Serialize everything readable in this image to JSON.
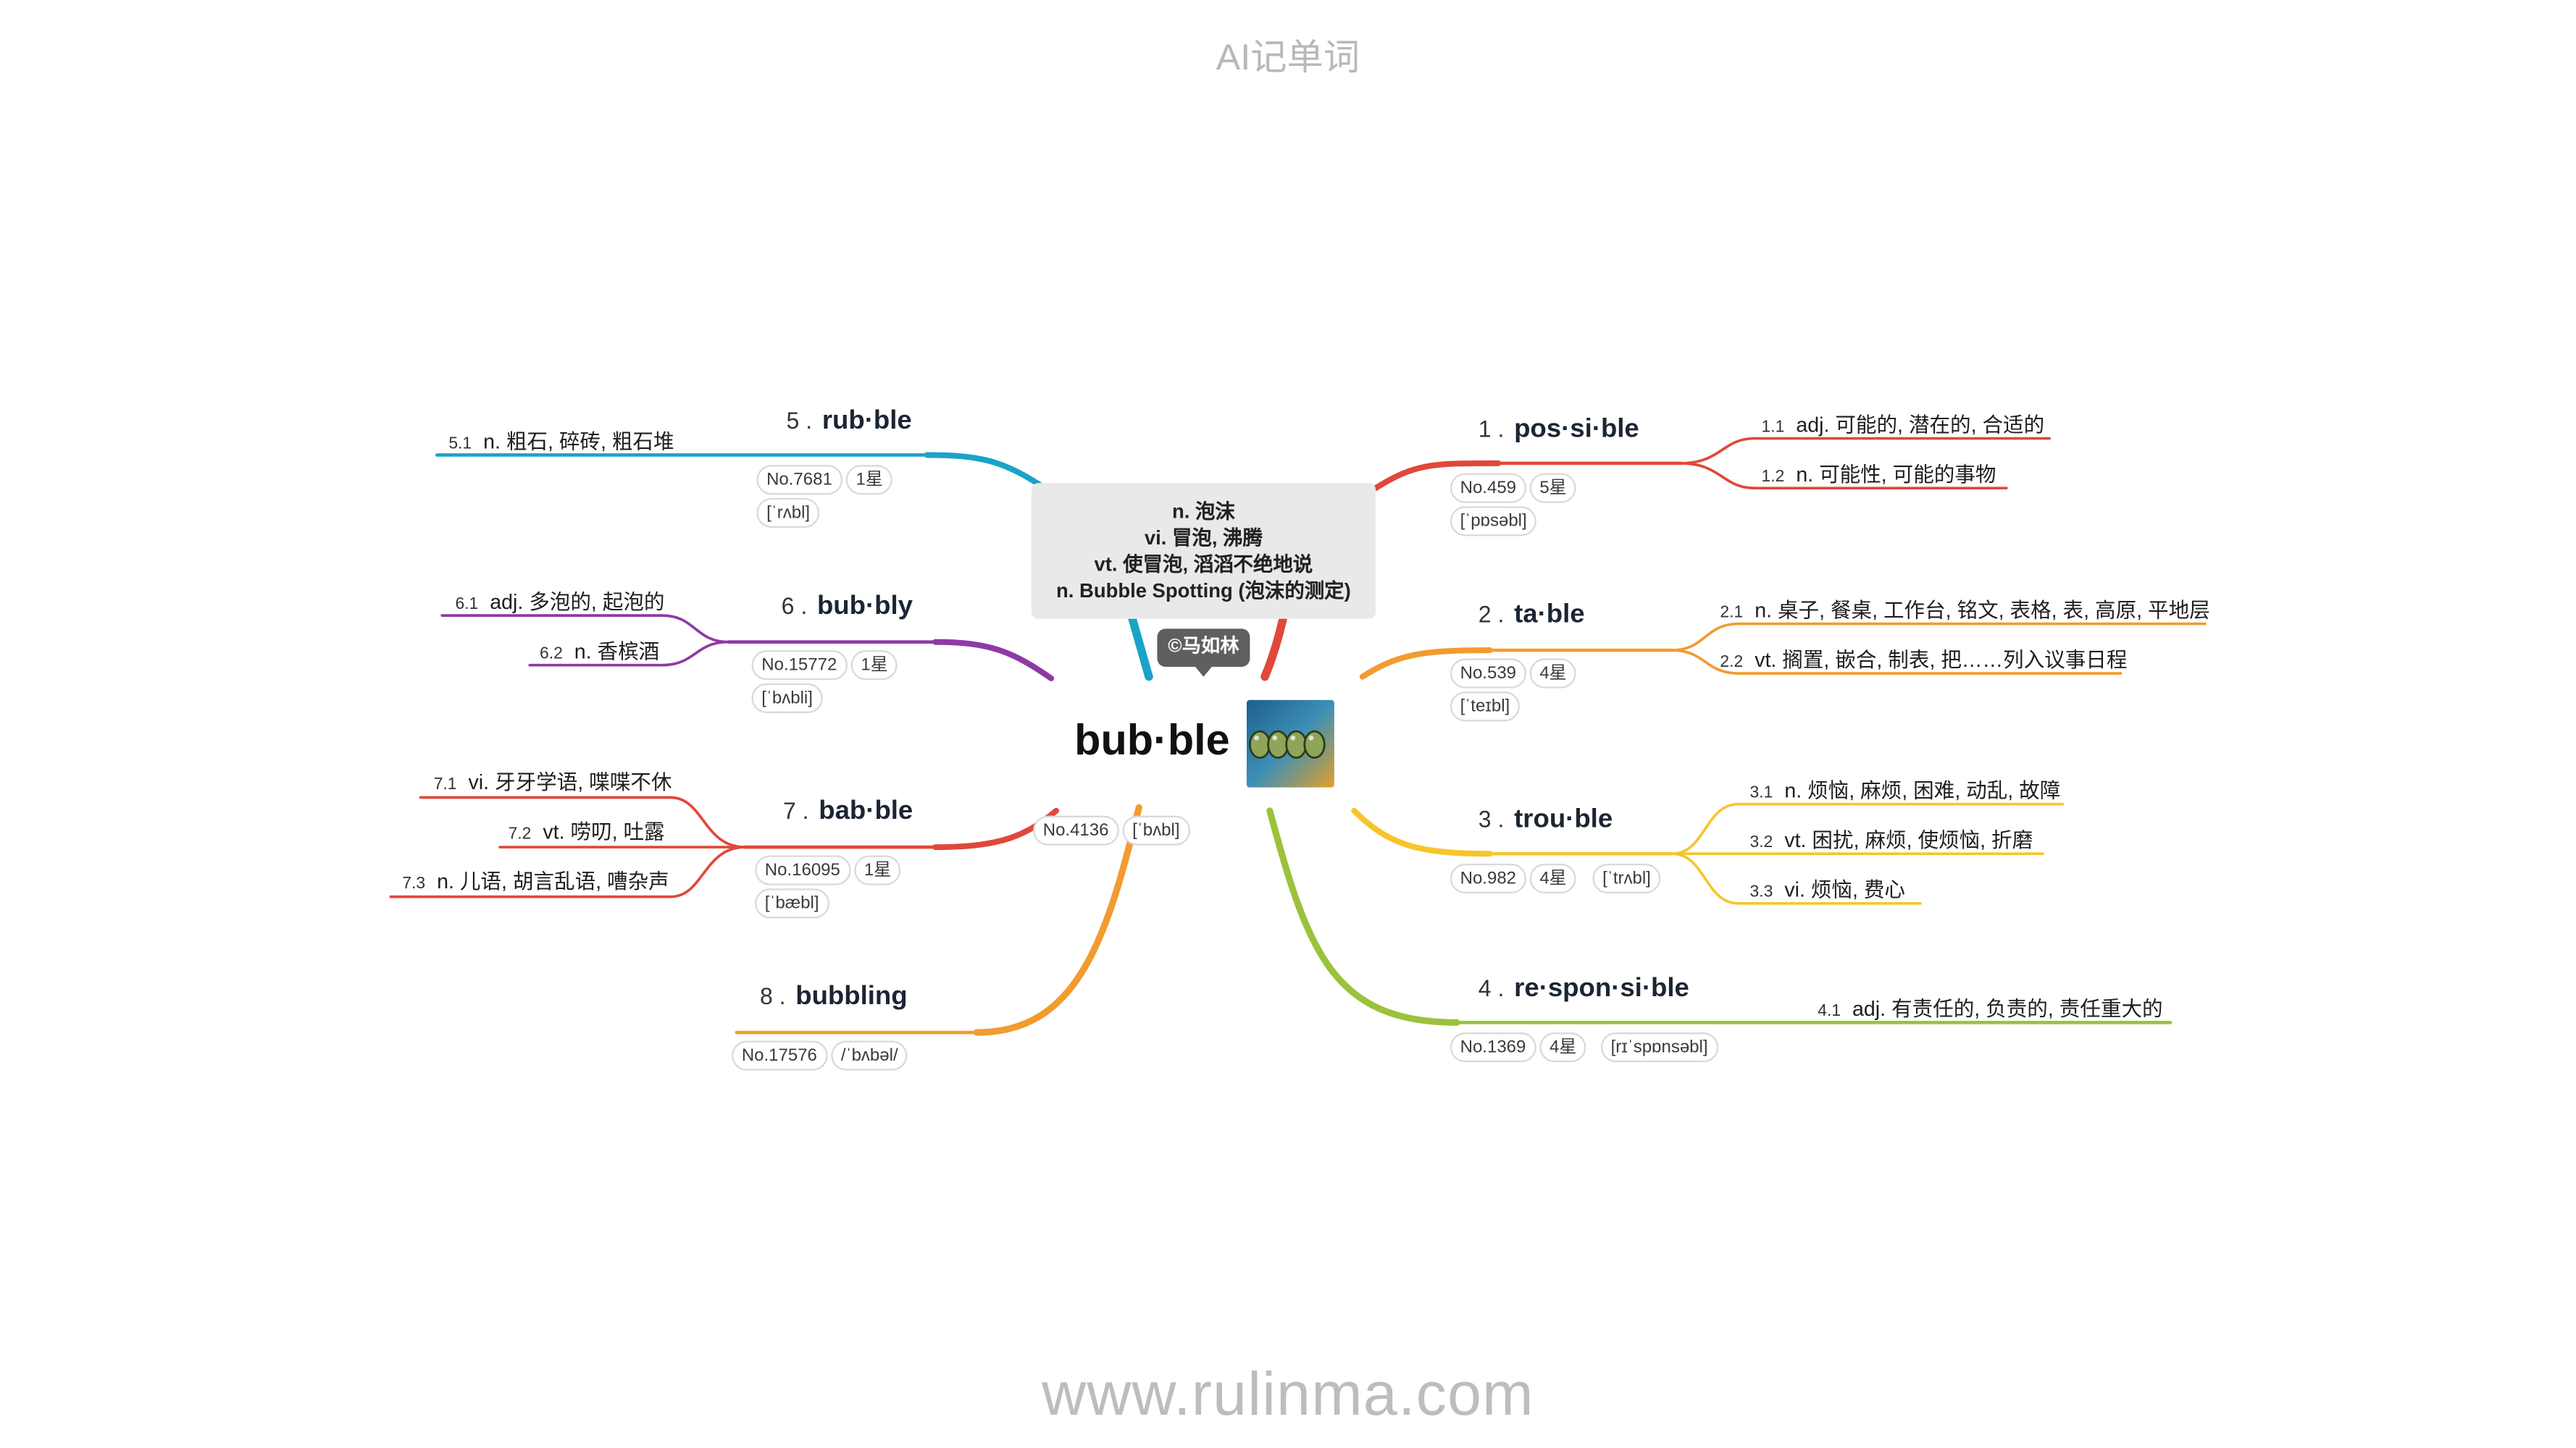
{
  "title": "AI记单词",
  "footer": "www.rulinma.com",
  "center": {
    "word": "bub·ble",
    "no": "No.4136",
    "ipa": "[ˈbʌbl]",
    "definitions": [
      "n. 泡沫",
      "vi. 冒泡, 沸腾",
      "vt. 使冒泡, 滔滔不绝地说",
      "n. Bubble Spotting (泡沫的测定)"
    ],
    "copyright": "©马如林",
    "image_icon": "bubbles-photo"
  },
  "colors": {
    "b1": "#e0483a",
    "b2": "#f29b30",
    "b3": "#f7c52b",
    "b4": "#9bc23c",
    "b5": "#1aa3c8",
    "b6": "#8d3aa6",
    "b7": "#e0483a",
    "b8": "#f29b30",
    "center_top": "#1aa3c8"
  },
  "branches": [
    {
      "num": "1 .",
      "word": "pos·si·ble",
      "no": "No.459",
      "star": "5星",
      "ipa": "[ˈpɒsəbl]",
      "meanings": [
        {
          "n": "1.1",
          "text": "adj. 可能的, 潜在的, 合适的"
        },
        {
          "n": "1.2",
          "text": "n. 可能性, 可能的事物"
        }
      ]
    },
    {
      "num": "2 .",
      "word": "ta·ble",
      "no": "No.539",
      "star": "4星",
      "ipa": "[ˈteɪbl]",
      "meanings": [
        {
          "n": "2.1",
          "text": "n. 桌子, 餐桌, 工作台, 铭文, 表格, 表, 高原, 平地层"
        },
        {
          "n": "2.2",
          "text": "vt. 搁置, 嵌合, 制表, 把……列入议事日程"
        }
      ]
    },
    {
      "num": "3 .",
      "word": "trou·ble",
      "no": "No.982",
      "star": "4星",
      "ipa": "[ˈtrʌbl]",
      "meanings": [
        {
          "n": "3.1",
          "text": "n. 烦恼, 麻烦, 困难, 动乱, 故障"
        },
        {
          "n": "3.2",
          "text": "vt. 困扰, 麻烦, 使烦恼, 折磨"
        },
        {
          "n": "3.3",
          "text": "vi. 烦恼, 费心"
        }
      ]
    },
    {
      "num": "4 .",
      "word": "re·spon·si·ble",
      "no": "No.1369",
      "star": "4星",
      "ipa": "[rɪˈspɒnsəbl]",
      "meanings": [
        {
          "n": "4.1",
          "text": "adj. 有责任的, 负责的, 责任重大的"
        }
      ]
    },
    {
      "num": "5 .",
      "word": "rub·ble",
      "no": "No.7681",
      "star": "1星",
      "ipa": "[ˈrʌbl]",
      "meanings": [
        {
          "n": "5.1",
          "text": "n. 粗石, 碎砖, 粗石堆"
        }
      ]
    },
    {
      "num": "6 .",
      "word": "bub·bly",
      "no": "No.15772",
      "star": "1星",
      "ipa": "[ˈbʌbli]",
      "meanings": [
        {
          "n": "6.1",
          "text": "adj. 多泡的, 起泡的"
        },
        {
          "n": "6.2",
          "text": "n. 香槟酒"
        }
      ]
    },
    {
      "num": "7 .",
      "word": "bab·ble",
      "no": "No.16095",
      "star": "1星",
      "ipa": "[ˈbæbl]",
      "meanings": [
        {
          "n": "7.1",
          "text": "vi. 牙牙学语, 喋喋不休"
        },
        {
          "n": "7.2",
          "text": "vt. 唠叨, 吐露"
        },
        {
          "n": "7.3",
          "text": "n. 儿语, 胡言乱语, 嘈杂声"
        }
      ]
    },
    {
      "num": "8 .",
      "word": "bubbling",
      "no": "No.17576",
      "ipa": "/ˈbʌbəl/",
      "meanings": []
    }
  ]
}
